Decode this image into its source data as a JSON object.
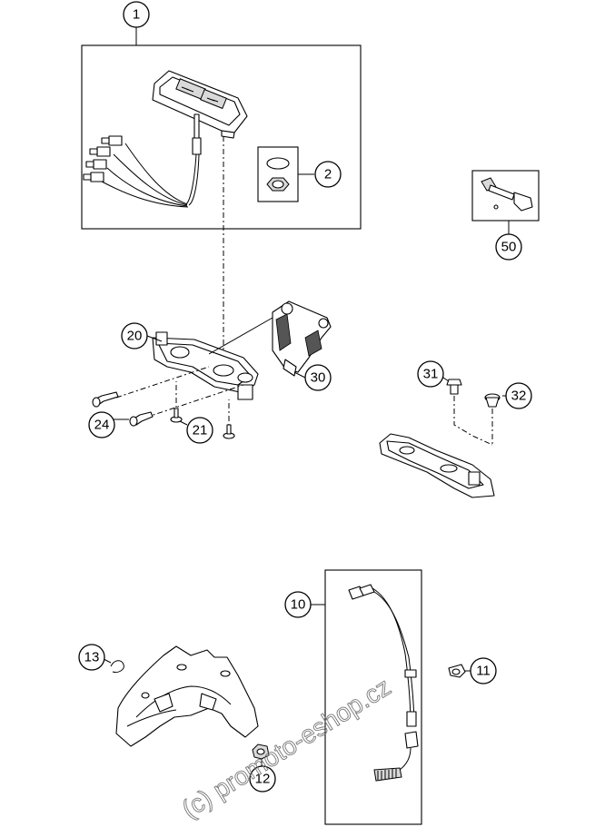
{
  "callouts": {
    "c1": "1",
    "c2": "2",
    "c10": "10",
    "c11": "11",
    "c12": "12",
    "c13": "13",
    "c20": "20",
    "c21": "21",
    "c24": "24",
    "c30": "30",
    "c31": "31",
    "c32": "32",
    "c50": "50"
  },
  "watermark": "(c) promoto-eshop.cz"
}
